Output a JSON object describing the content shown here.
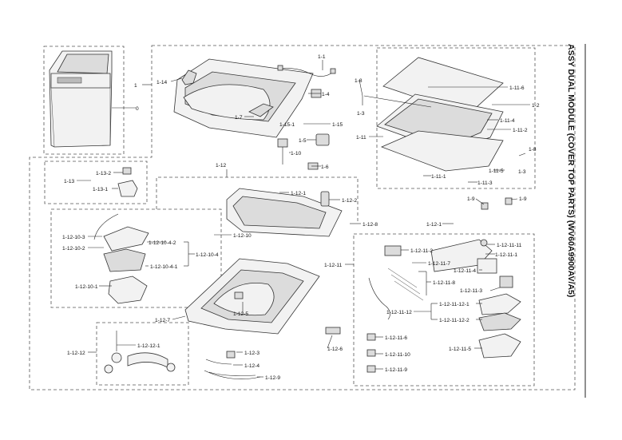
{
  "title": "ASSY DUAL MODULE (COVER TOP PARTS) (WV60A9900AV/A5)",
  "labels": {
    "l0": "0",
    "l1": "1",
    "l1_1": "1-1",
    "l1_2": "1-2",
    "l1_3a": "1-3",
    "l1_3b": "1-3",
    "l1_4": "1-4",
    "l1_5": "1-5",
    "l1_6": "1-6",
    "l1_7": "1-7",
    "l1_8a": "1-8",
    "l1_8b": "1-8",
    "l1_9a": "1-9",
    "l1_9b": "1-9",
    "l1_10": "1-10",
    "l1_11": "1-11",
    "l1_11_1": "1-11-1",
    "l1_11_2": "1-11-2",
    "l1_11_3": "1-11-3",
    "l1_11_4": "1-11-4",
    "l1_11_5": "1-11-5",
    "l1_11_6": "1-11-6",
    "l1_12": "1-12",
    "l1_12_1": "1-12-1",
    "l1_12_2": "1-12-2",
    "l1_12_3": "1-12-3",
    "l1_12_4": "1-12-4",
    "l1_12_5": "1-12-5",
    "l1_12_6": "1-12-6",
    "l1_12_7": "1-12-7",
    "l1_12_8": "1-12-8",
    "l1_12_9": "1-12-9",
    "l1_12_10": "1-12-10",
    "l1_12_10_1": "1-12-10-1",
    "l1_12_10_2": "1-12-10-2",
    "l1_12_10_3": "1-12-10-3",
    "l1_12_10_4": "1-12-10-4",
    "l1_12_10_4_1": "1-12-10-4-1",
    "l1_12_10_4_2": "1-12-10-4-2",
    "l1_12_11": "1-12-11",
    "l1_12_11_1": "1-12-11-1",
    "l1_12_11_2": "1-12-11-2",
    "l1_12_11_3": "1-12-11-3",
    "l1_12_11_4": "1-12-11-4",
    "l1_12_11_5": "1-12-11-5",
    "l1_12_11_6": "1-12-11-6",
    "l1_12_11_7": "1-12-11-7",
    "l1_12_11_8": "1-12-11-8",
    "l1_12_11_9": "1-12-11-9",
    "l1_12_11_10": "1-12-11-10",
    "l1_12_11_11": "1-12-11-11",
    "l1_12_11_12": "1-12-11-12",
    "l1_12_11_12_1": "1-12-11-12-1",
    "l1_12_11_12_2": "1-12-11-12-2",
    "l1_12_12": "1-12-12",
    "l1_12_12_1": "1-12-12-1",
    "l1_13": "1-13",
    "l1_13_1": "1-13-1",
    "l1_13_2": "1-13-2",
    "l1_14": "1-14",
    "l1_15": "1-15",
    "l1_15_1": "1-15-1"
  }
}
